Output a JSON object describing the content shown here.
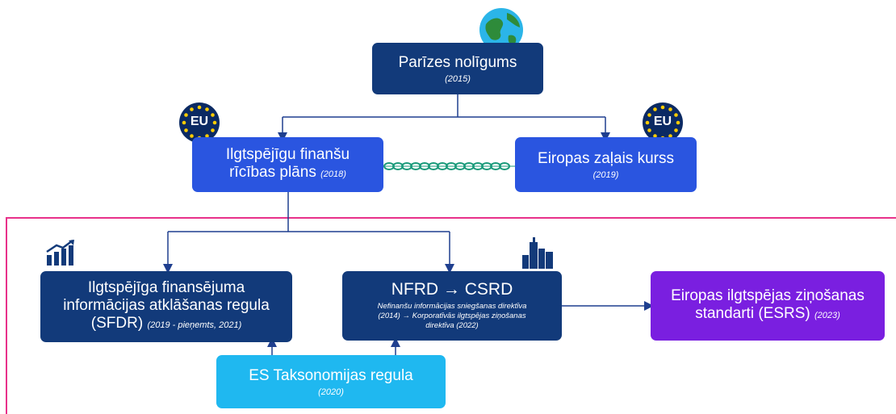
{
  "paris": {
    "title": "Parīzes nolīgums",
    "year": "(2015)"
  },
  "action_plan": {
    "line1": "Ilgtspējīgu finanšu",
    "line2": "rīcības plāns",
    "year": "(2018)"
  },
  "green_deal": {
    "title": "Eiropas zaļais kurss",
    "year": "(2019)"
  },
  "sfdr": {
    "line1": "Ilgtspējīga finansējuma",
    "line2": "informācijas atklāšanas regula",
    "line3": "(SFDR)",
    "year": "(2019 - pieņemts, 2021)"
  },
  "csrd": {
    "title": "NFRD → CSRD",
    "sub1": "Nefinanšu informācijas sniegšanas direktīva",
    "sub2": "(2014) → Korporatīvās ilgtspējas ziņošanas",
    "sub3": "direktīva (2022)"
  },
  "esrs": {
    "line1": "Eiropas ilgtspējas ziņošanas",
    "line2": "standarti (ESRS)",
    "year": "(2023)"
  },
  "taxonomy": {
    "title": "ES Taksonomijas regula",
    "year": "(2020)"
  },
  "eu_badge": {
    "text": "EU"
  },
  "colors": {
    "navy": "#123a7a",
    "blue": "#2a55e0",
    "purple": "#7a1fe0",
    "cyan": "#1fb8f0",
    "pink_frame": "#e8318a",
    "chain": "#1a9a7a"
  },
  "icons": [
    "globe-icon",
    "eu-flag-icon",
    "chart-growth-icon",
    "city-buildings-icon",
    "chain-link-icon"
  ]
}
